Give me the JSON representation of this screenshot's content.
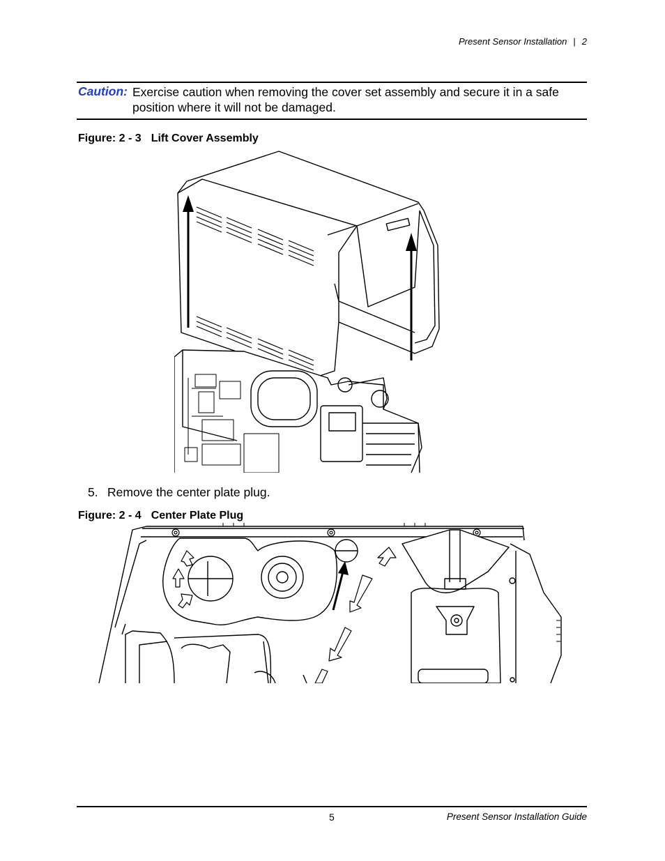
{
  "header": {
    "section_title": "Present Sensor Installation",
    "chapter_number": "2"
  },
  "caution": {
    "label": "Caution:",
    "text": "Exercise caution when removing the cover set assembly and secure it in a safe position where it will not be damaged."
  },
  "figure_1": {
    "number": "Figure: 2 - 3",
    "title": "Lift Cover Assembly"
  },
  "step_5": {
    "number": "5.",
    "text": "Remove the center plate plug."
  },
  "figure_2": {
    "number": "Figure: 2 - 4",
    "title": "Center Plate Plug"
  },
  "footer": {
    "page_number": "5",
    "document_title": "Present Sensor Installation Guide"
  }
}
